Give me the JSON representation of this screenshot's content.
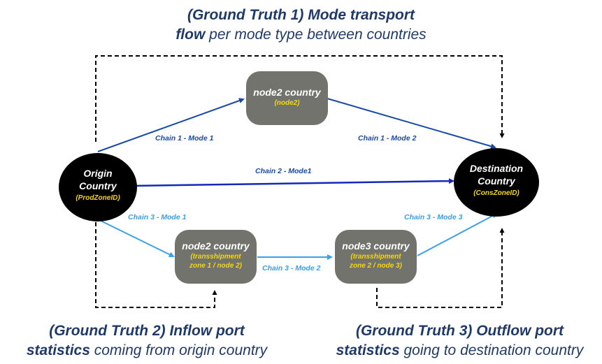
{
  "captions": {
    "gt1_bold": "(Ground Truth 1) Mode transport",
    "gt1_line2_bold": "flow",
    "gt1_line2_rest": " per mode type between countries",
    "gt2_bold": "(Ground Truth 2) Inflow port",
    "gt2_line2_bold": "statistics",
    "gt2_line2_rest": " coming from origin country",
    "gt3_bold": "(Ground Truth 3) Outflow port",
    "gt3_line2_bold": "statistics",
    "gt3_line2_rest": " going to destination country"
  },
  "nodes": {
    "origin": {
      "title_1": "Origin",
      "title_2": "Country",
      "sub": "(ProdZoneID)"
    },
    "destination": {
      "title_1": "Destination",
      "title_2": "Country",
      "sub": "(ConsZoneID)"
    },
    "node2_top": {
      "title": "node2 country",
      "sub": "(node2)"
    },
    "node2_bottom": {
      "title": "node2 country",
      "sub_1": "(transshipment",
      "sub_2": "zone 1 / node 2)"
    },
    "node3": {
      "title": "node3 country",
      "sub_1": "(transshipment",
      "sub_2": "zone 2 / node 3)"
    }
  },
  "edges": {
    "chain1_mode1": "Chain 1 - Mode 1",
    "chain1_mode2": "Chain 1 - Mode 2",
    "chain2_mode1": "Chain 2 - Mode1",
    "chain3_mode1": "Chain 3 - Mode 1",
    "chain3_mode2": "Chain 3 - Mode 2",
    "chain3_mode3": "Chain 3 -  Mode 3"
  },
  "colors": {
    "dark_arrow": "#1a4aa8",
    "mid_arrow": "#1528b8",
    "light_arrow": "#3aa0e8",
    "node_gray": "#73736e",
    "node_black": "#000000",
    "sub_yellow": "#f5d800",
    "caption_blue": "#1f3a68"
  }
}
